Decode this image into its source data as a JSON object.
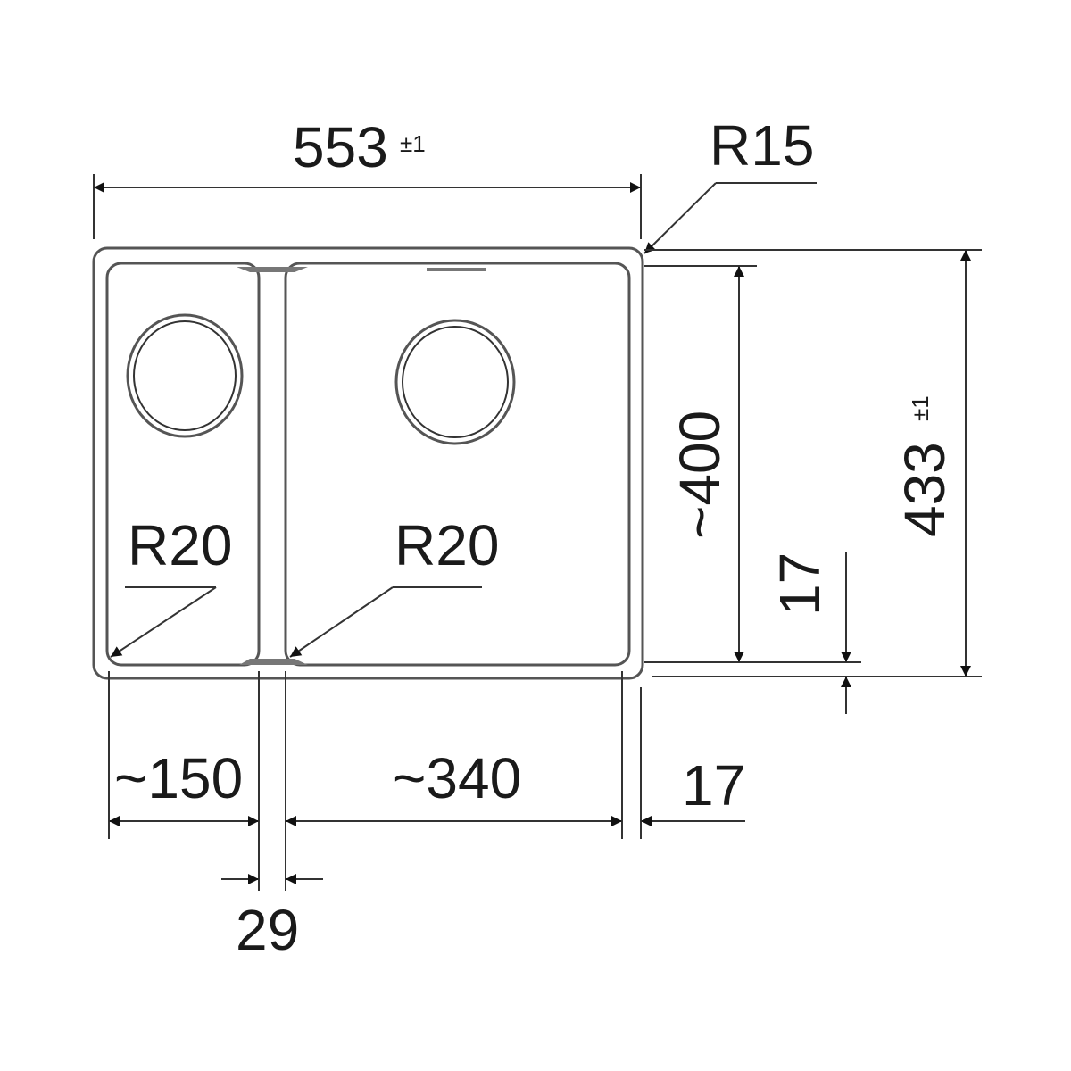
{
  "drawing": {
    "overall_width": {
      "value": "553",
      "tolerance": "±1"
    },
    "overall_depth": {
      "value": "433",
      "tolerance": "±1"
    },
    "corner_radius_outer": "R15",
    "corner_radius_small_bowl": "R20",
    "corner_radius_large_bowl": "R20",
    "bowl_depth_inner": "~400",
    "rim_back": "17",
    "small_bowl_width": "~150",
    "large_bowl_width": "~340",
    "rim_side": "17",
    "divider_width": "29",
    "line_color": "#333333"
  }
}
